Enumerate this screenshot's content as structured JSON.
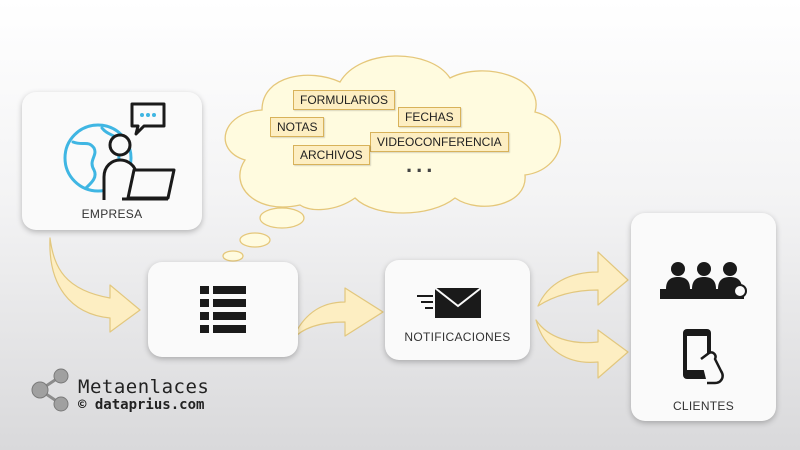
{
  "diagram": {
    "empresa": {
      "label": "EMPRESA"
    },
    "notificaciones": {
      "label": "NOTIFICACIONES"
    },
    "clientes": {
      "label": "CLIENTES"
    },
    "cloud": {
      "tags": [
        "FORMULARIOS",
        "FECHAS",
        "NOTAS",
        "VIDEOCONFERENCIA",
        "ARCHIVOS"
      ],
      "ellipsis": "..."
    }
  },
  "brand": {
    "name": "Metaenlaces",
    "sub": "© dataprius.com"
  },
  "colors": {
    "arrow_fill": "#fdeec2",
    "arrow_stroke": "#e2c77e",
    "cloud_fill": "#fffbdf",
    "cloud_stroke": "#e5c77a",
    "globe": "#3fb6e3",
    "icon": "#1a1a1a"
  },
  "icons": [
    "globe-icon",
    "person-icon",
    "chat-bubble-icon",
    "laptop-icon",
    "list-icon",
    "mail-icon",
    "meeting-icon",
    "smartphone-icon",
    "share-icon"
  ]
}
